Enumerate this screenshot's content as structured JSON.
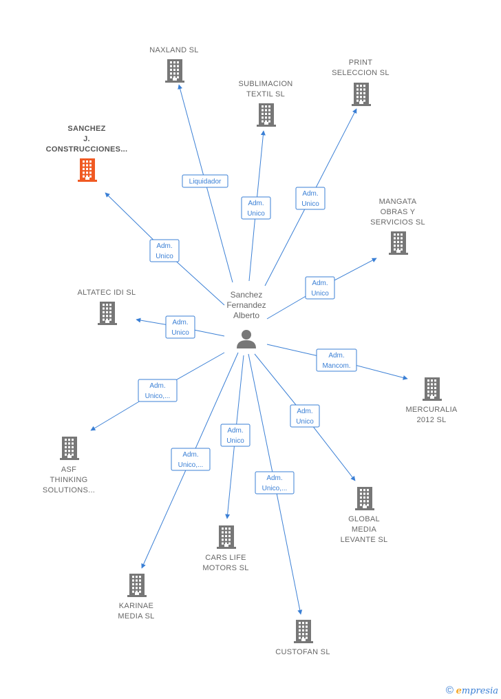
{
  "center": {
    "label_lines": [
      "Sanchez",
      "Fernandez",
      "Alberto"
    ]
  },
  "colors": {
    "edge": "#3a7fd5",
    "building": "#777777",
    "building_highlight": "#f05a23",
    "person": "#777777"
  },
  "nodes": [
    {
      "id": "naxland",
      "label_lines": [
        "NAXLAND SL"
      ],
      "highlight": false
    },
    {
      "id": "sublimacion",
      "label_lines": [
        "SUBLIMACION",
        "TEXTIL SL"
      ],
      "highlight": false
    },
    {
      "id": "print",
      "label_lines": [
        "PRINT",
        "SELECCION SL"
      ],
      "highlight": false
    },
    {
      "id": "sanchez",
      "label_lines": [
        "SANCHEZ",
        "J.",
        "CONSTRUCCIONES..."
      ],
      "highlight": true
    },
    {
      "id": "mangata",
      "label_lines": [
        "MANGATA",
        "OBRAS Y",
        "SERVICIOS SL"
      ],
      "highlight": false
    },
    {
      "id": "altatec",
      "label_lines": [
        "ALTATEC IDI SL"
      ],
      "highlight": false
    },
    {
      "id": "mercuralia",
      "label_lines": [
        "MERCURALIA",
        "2012 SL"
      ],
      "highlight": false
    },
    {
      "id": "asf",
      "label_lines": [
        "ASF",
        "THINKING",
        "SOLUTIONS..."
      ],
      "highlight": false
    },
    {
      "id": "global",
      "label_lines": [
        "GLOBAL",
        "MEDIA",
        "LEVANTE SL"
      ],
      "highlight": false
    },
    {
      "id": "carslife",
      "label_lines": [
        "CARS LIFE",
        "MOTORS SL"
      ],
      "highlight": false
    },
    {
      "id": "karinae",
      "label_lines": [
        "KARINAE",
        "MEDIA SL"
      ],
      "highlight": false
    },
    {
      "id": "custofan",
      "label_lines": [
        "CUSTOFAN SL"
      ],
      "highlight": false
    }
  ],
  "edges": [
    {
      "to": "naxland",
      "label_lines": [
        "Liquidador"
      ]
    },
    {
      "to": "sublimacion",
      "label_lines": [
        "Adm.",
        "Unico"
      ]
    },
    {
      "to": "print",
      "label_lines": [
        "Adm.",
        "Unico"
      ]
    },
    {
      "to": "sanchez",
      "label_lines": [
        "Adm.",
        "Unico"
      ]
    },
    {
      "to": "mangata",
      "label_lines": [
        "Adm.",
        "Unico"
      ]
    },
    {
      "to": "altatec",
      "label_lines": [
        "Adm.",
        "Unico"
      ]
    },
    {
      "to": "mercuralia",
      "label_lines": [
        "Adm.",
        "Mancom."
      ]
    },
    {
      "to": "asf",
      "label_lines": [
        "Adm.",
        "Unico,..."
      ]
    },
    {
      "to": "global",
      "label_lines": [
        "Adm.",
        "Unico"
      ]
    },
    {
      "to": "carslife",
      "label_lines": [
        "Adm.",
        "Unico"
      ]
    },
    {
      "to": "karinae",
      "label_lines": [
        "Adm.",
        "Unico,..."
      ]
    },
    {
      "to": "custofan",
      "label_lines": [
        "Adm.",
        "Unico,..."
      ]
    }
  ],
  "footer": {
    "copyright": "©",
    "brand_first": "e",
    "brand_rest": "mpresia"
  }
}
